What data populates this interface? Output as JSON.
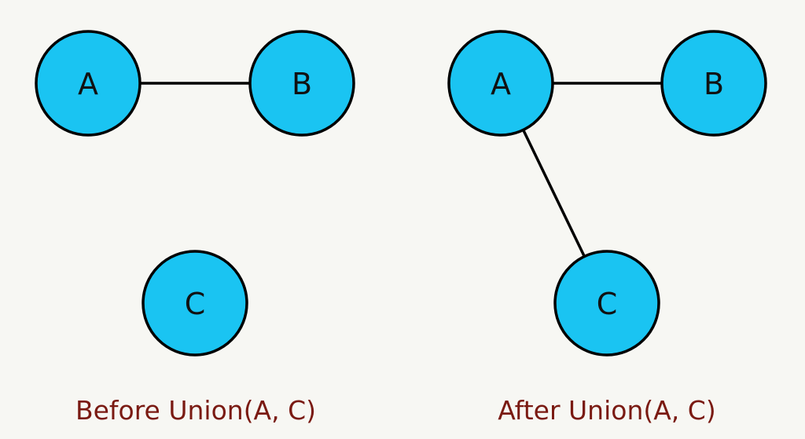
{
  "colors": {
    "background": "#f7f7f3",
    "node_fill": "#1ac4f2",
    "node_stroke": "#000000",
    "edge": "#000000",
    "caption": "#7a1a12"
  },
  "panels": [
    {
      "id": "before",
      "caption": "Before Union(A, C)",
      "nodes": [
        {
          "id": "A",
          "label": "A"
        },
        {
          "id": "B",
          "label": "B"
        },
        {
          "id": "C",
          "label": "C"
        }
      ],
      "edges": [
        {
          "from": "A",
          "to": "B"
        }
      ]
    },
    {
      "id": "after",
      "caption": "After Union(A, C)",
      "nodes": [
        {
          "id": "A",
          "label": "A"
        },
        {
          "id": "B",
          "label": "B"
        },
        {
          "id": "C",
          "label": "C"
        }
      ],
      "edges": [
        {
          "from": "A",
          "to": "B"
        },
        {
          "from": "A",
          "to": "C"
        }
      ]
    }
  ]
}
